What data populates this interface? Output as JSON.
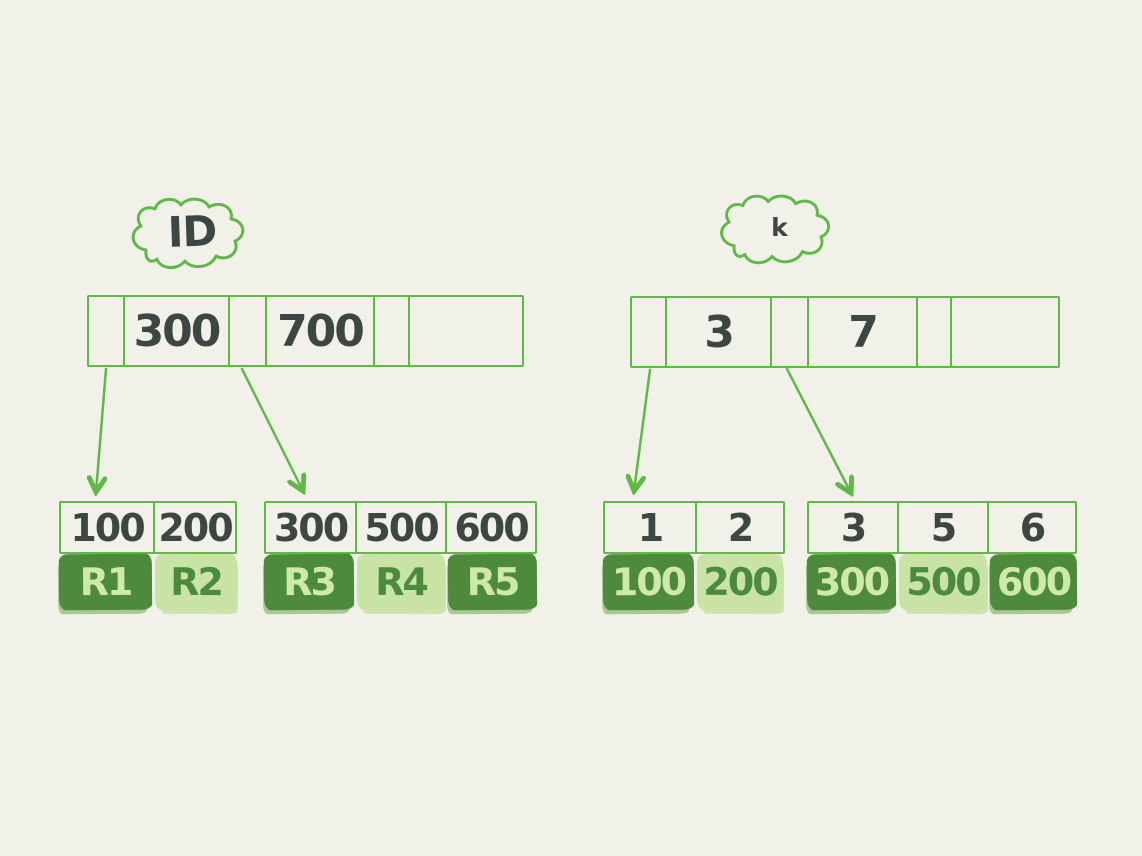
{
  "colors": {
    "bg": "#f2f1e9",
    "line": "#5eb946",
    "ink": "#3c4642",
    "block_dark": "#4d8a3c",
    "block_light": "#c8e3a4",
    "text_on_dark": "#cfe9ab",
    "text_on_light": "#4c8a3d"
  },
  "trees": [
    {
      "label": "ID",
      "root": {
        "cells": [
          "",
          "300",
          "",
          "700",
          "",
          ""
        ]
      },
      "leaves": [
        {
          "keys": [
            "100",
            "200"
          ],
          "records": [
            {
              "label": "R1",
              "tone": "dark"
            },
            {
              "label": "R2",
              "tone": "light"
            }
          ]
        },
        {
          "keys": [
            "300",
            "500",
            "600"
          ],
          "records": [
            {
              "label": "R3",
              "tone": "dark"
            },
            {
              "label": "R4",
              "tone": "light"
            },
            {
              "label": "R5",
              "tone": "dark"
            }
          ]
        }
      ]
    },
    {
      "label": "k",
      "root": {
        "cells": [
          "",
          "3",
          "",
          "7",
          "",
          ""
        ]
      },
      "leaves": [
        {
          "keys": [
            "1",
            "2"
          ],
          "records": [
            {
              "label": "100",
              "tone": "dark"
            },
            {
              "label": "200",
              "tone": "light"
            }
          ]
        },
        {
          "keys": [
            "3",
            "5",
            "6"
          ],
          "records": [
            {
              "label": "300",
              "tone": "dark"
            },
            {
              "label": "500",
              "tone": "light"
            },
            {
              "label": "600",
              "tone": "dark"
            }
          ]
        }
      ]
    }
  ]
}
